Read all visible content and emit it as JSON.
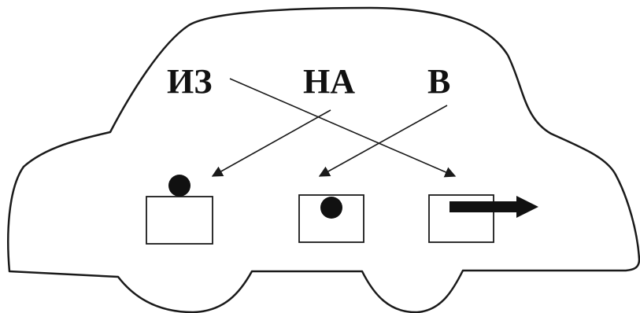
{
  "labels": {
    "iz": "ИЗ",
    "na": "НА",
    "v": "В"
  },
  "colors": {
    "ink": "#111111",
    "background": "#ffffff"
  },
  "icons": {
    "car_outline": "car-outline-icon",
    "ball_on_box": "ball-icon",
    "ball_in_box": "ball-icon",
    "arrow_out_of_box": "arrow-right-icon"
  }
}
